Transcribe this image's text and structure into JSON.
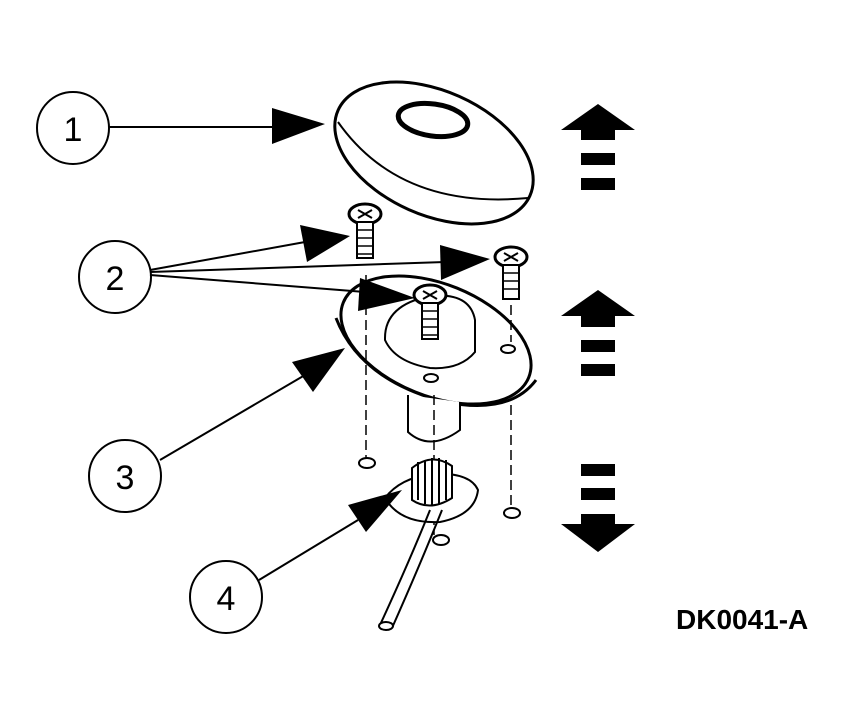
{
  "callouts": [
    {
      "number": "1",
      "part": "cover"
    },
    {
      "number": "2",
      "part": "screws"
    },
    {
      "number": "3",
      "part": "base"
    },
    {
      "number": "4",
      "part": "connector"
    }
  ],
  "figure_id": "DK0041-A",
  "arrows": [
    "up",
    "up",
    "down"
  ]
}
